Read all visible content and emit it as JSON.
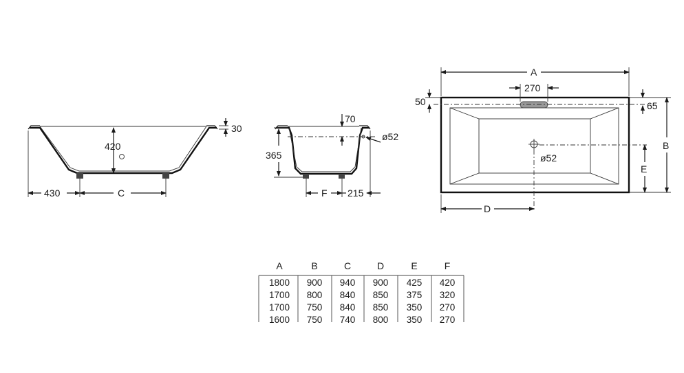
{
  "side_view": {
    "dim_rim": "30",
    "dim_depth": "420",
    "dim_offset": "430",
    "dim_feet": "C"
  },
  "end_view": {
    "dim_top": "70",
    "dim_overflow": "ø52",
    "dim_height": "365",
    "dim_feet": "F",
    "dim_offset": "215"
  },
  "plan_view": {
    "dim_length": "A",
    "dim_grip": "270",
    "dim_left_edge": "50",
    "dim_right_edge": "65",
    "dim_width": "B",
    "dim_drain": "ø52",
    "dim_drain_y": "E",
    "dim_drain_x": "D"
  },
  "table": {
    "headers": [
      "A",
      "B",
      "C",
      "D",
      "E",
      "F"
    ],
    "rows": [
      [
        "1800",
        "900",
        "940",
        "900",
        "425",
        "420"
      ],
      [
        "1700",
        "800",
        "840",
        "850",
        "375",
        "320"
      ],
      [
        "1700",
        "750",
        "840",
        "850",
        "350",
        "270"
      ],
      [
        "1600",
        "750",
        "740",
        "800",
        "350",
        "270"
      ]
    ]
  }
}
